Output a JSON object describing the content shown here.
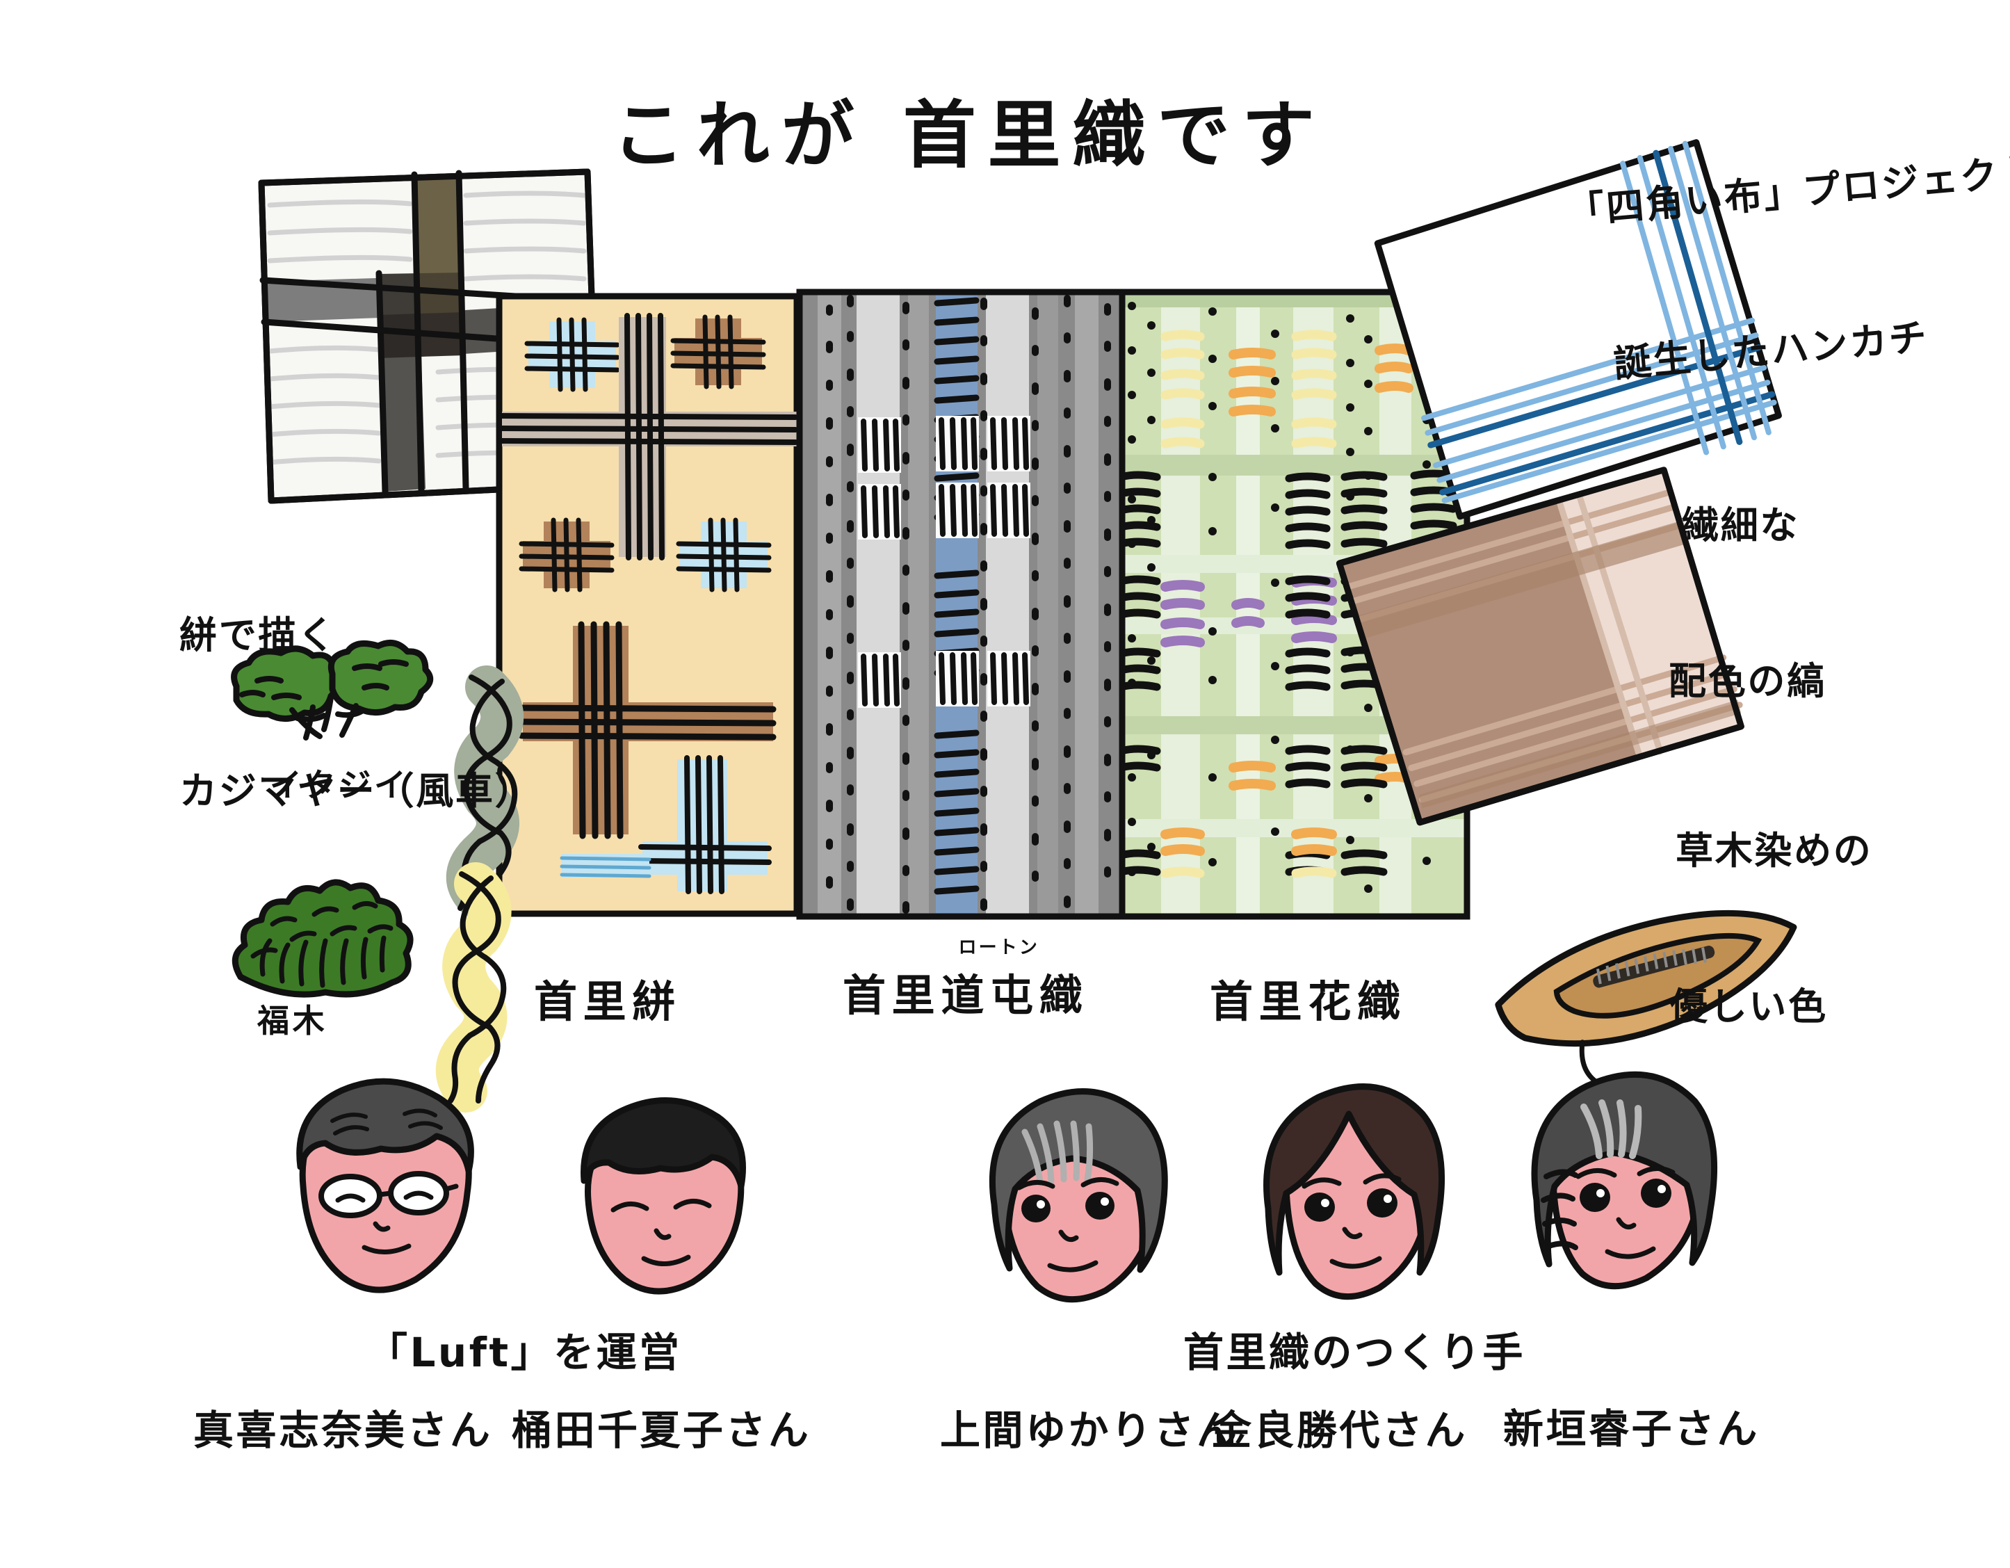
{
  "page": {
    "title": "これが 首里織です",
    "background_color": "#ffffff",
    "ink_color": "#111111"
  },
  "annotations": {
    "handkerchief": {
      "line1": "「四角い布」プロジェクトから",
      "line2": "誕生したハンカチ"
    },
    "stripes": {
      "line1": "繊細な",
      "line2": "配色の縞"
    },
    "plant_dye": {
      "line1": "草木染めの",
      "line2": "優しい色"
    },
    "kasuri": {
      "line1": "絣で描く",
      "line2": "カジマヤー（風車）"
    }
  },
  "plants": [
    {
      "name": "イタジイ",
      "leaf_color": "#4a8a33",
      "yarn_color": "#a3ae9b"
    },
    {
      "name": "福木",
      "leaf_color": "#3d7a26",
      "yarn_color": "#f6eb9b"
    }
  ],
  "fabric_labels": [
    {
      "label": "首里絣",
      "ruby": ""
    },
    {
      "label": "首里道屯織",
      "ruby": "ロートン"
    },
    {
      "label": "首里花織",
      "ruby": ""
    }
  ],
  "fabric_colors": {
    "kasuri_base": "#f6dfad",
    "kasuri_motif_brown": "#b2825a",
    "kasuri_motif_blue": "#c3e4f2",
    "kasuri_motif_taupe": "#c9bcb0",
    "routon_gray_dark": "#8a8a8a",
    "routon_gray_mid": "#a8a8a8",
    "routon_gray_light": "#d9d9d9",
    "routon_white": "#f7f7f7",
    "routon_blue": "#7c9cc4",
    "hanaori_green": "#cfe0b4",
    "hanaori_green_pale": "#e6f0dc",
    "hanaori_green_deep": "#bdd1a4",
    "hanaori_yellow": "#f5e9a8",
    "hanaori_orange": "#f2ab51",
    "hanaori_purple": "#9b77bb",
    "white_cloth": "#f7f7f4",
    "white_cloth_stripe": "#d2d2d2",
    "white_cloth_olive": "#6c6247",
    "white_cloth_gray": "#7d7d7d",
    "white_cloth_dark": "#3a3633",
    "hanky_blue_light": "#7fb5e0",
    "hanky_blue_dark": "#1a5f96",
    "brown_cloth": "#b08d79",
    "brown_cloth_pale": "#eedcd3",
    "brown_cloth_stripe": "#cbab96",
    "shuttle_wood": "#d8a96a"
  },
  "people_groups": [
    {
      "role": "「Luft」を運営",
      "members": [
        {
          "name": "真喜志奈美さん",
          "hair_color": "#4a4a4a",
          "skin_color": "#f2a5a8",
          "glasses": true
        },
        {
          "name": "桶田千夏子さん",
          "hair_color": "#1d1d1d",
          "skin_color": "#f2a5a8",
          "glasses": false
        }
      ]
    },
    {
      "role": "首里織のつくり手",
      "members": [
        {
          "name": "上間ゆかりさん",
          "hair_color": "#5a5a5a",
          "skin_color": "#f2a5a8",
          "glasses": false
        },
        {
          "name": "金良勝代さん",
          "hair_color": "#3d2a26",
          "skin_color": "#f2a5a8",
          "glasses": false
        },
        {
          "name": "新垣睿子さん",
          "hair_color": "#4a4a4a",
          "skin_color": "#f2a5a8",
          "glasses": false
        }
      ]
    }
  ],
  "objects": [
    {
      "name": "white-checked-cloth"
    },
    {
      "name": "handkerchief"
    },
    {
      "name": "brown-cloth"
    },
    {
      "name": "weaving-shuttle"
    }
  ]
}
